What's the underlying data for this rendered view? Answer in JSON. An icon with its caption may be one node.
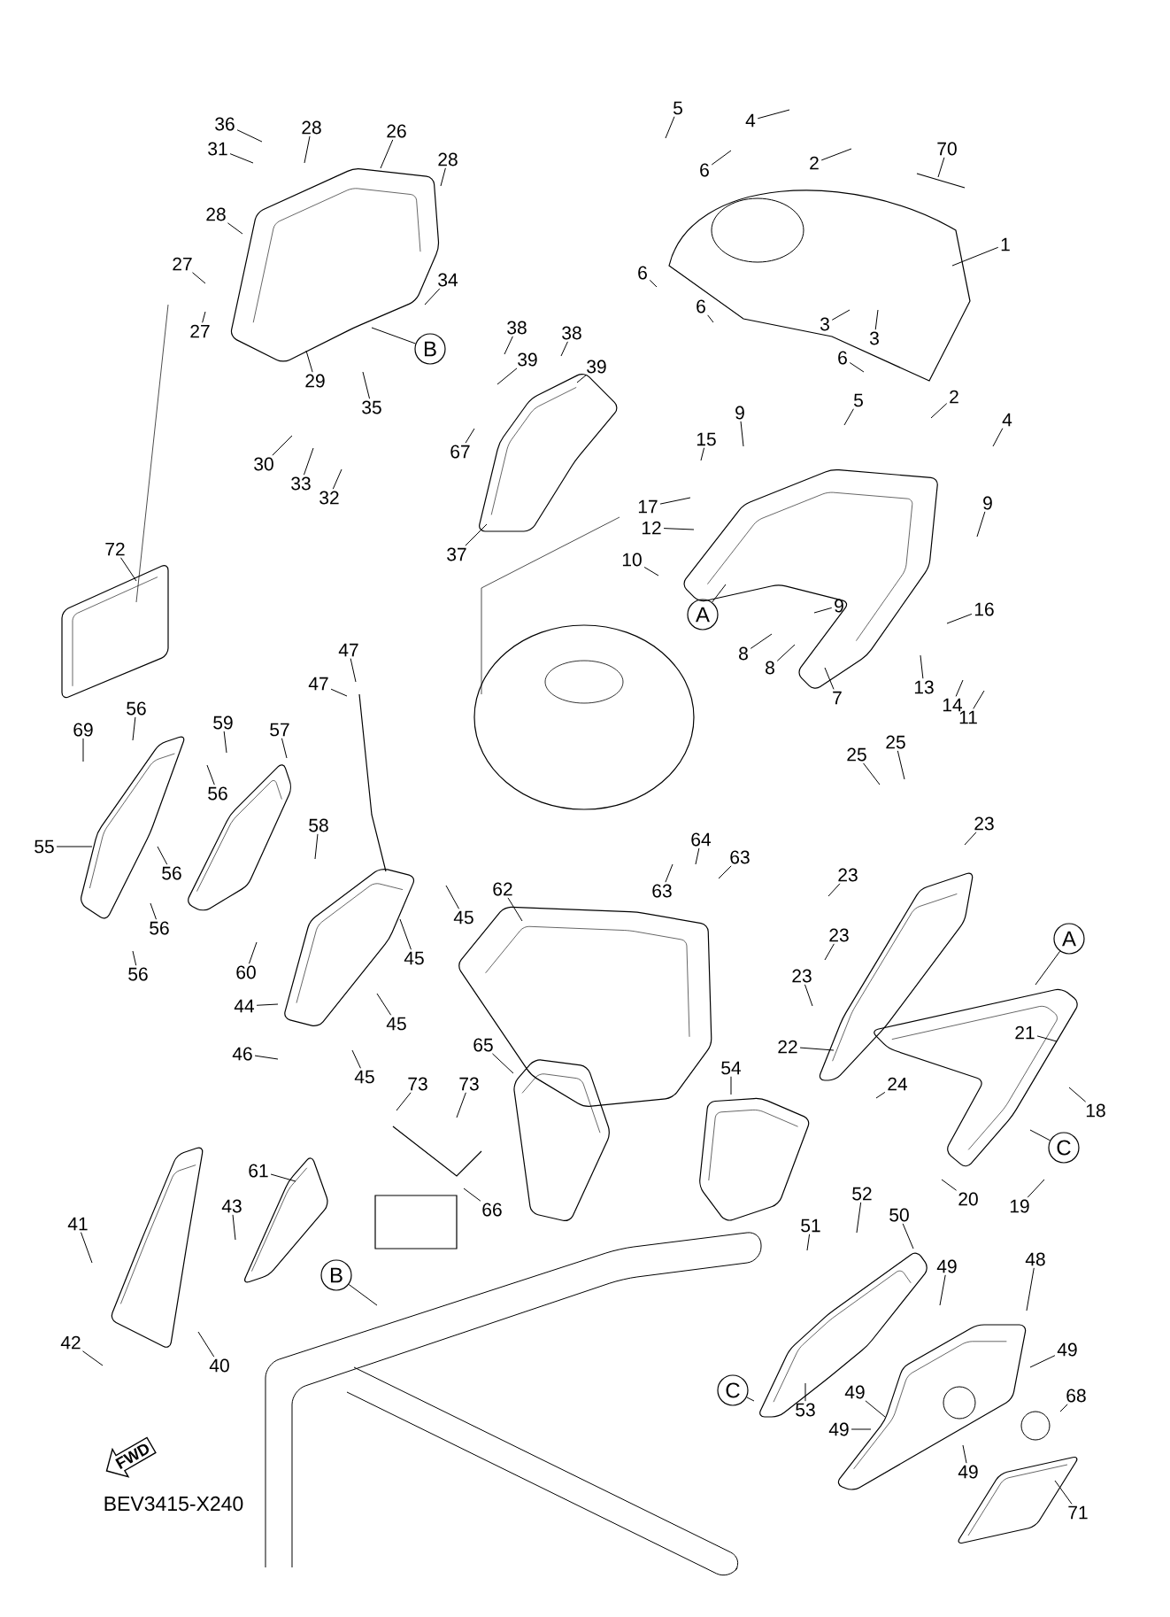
{
  "diagram": {
    "nodes": [
      {
        "text": [
          "36"
        ]
      },
      {
        "text": [
          "31"
        ]
      },
      {
        "text": [
          "28"
        ]
      },
      {
        "text": [
          "26"
        ]
      },
      {
        "text": [
          "28"
        ]
      },
      {
        "text": [
          "5"
        ]
      },
      {
        "text": [
          "4"
        ]
      },
      {
        "text": [
          "70"
        ]
      },
      {
        "text": [
          "2"
        ]
      },
      {
        "text": [
          "6"
        ]
      },
      {
        "text": [
          "28"
        ]
      },
      {
        "text": [
          "1"
        ]
      },
      {
        "text": [
          "27"
        ]
      },
      {
        "text": [
          "6"
        ]
      },
      {
        "text": [
          "34"
        ]
      },
      {
        "text": [
          "6"
        ]
      },
      {
        "text": [
          "3"
        ]
      },
      {
        "text": [
          "38"
        ]
      },
      {
        "text": [
          "27"
        ]
      },
      {
        "text": [
          "38"
        ]
      },
      {
        "text": [
          "3"
        ]
      },
      {
        "text": [
          "B"
        ]
      },
      {
        "text": [
          "6"
        ]
      },
      {
        "text": [
          "39"
        ]
      },
      {
        "text": [
          "39"
        ]
      },
      {
        "text": [
          "29"
        ]
      },
      {
        "text": [
          "5"
        ]
      },
      {
        "text": [
          "2"
        ]
      },
      {
        "text": [
          "35"
        ]
      },
      {
        "text": [
          "9"
        ]
      },
      {
        "text": [
          "4"
        ]
      },
      {
        "text": [
          "15"
        ]
      },
      {
        "text": [
          "67"
        ]
      },
      {
        "text": [
          "30"
        ]
      },
      {
        "text": [
          "33"
        ]
      },
      {
        "text": [
          "32"
        ]
      },
      {
        "text": [
          "9"
        ]
      },
      {
        "text": [
          "17"
        ]
      },
      {
        "text": [
          "12"
        ]
      },
      {
        "text": [
          "72"
        ]
      },
      {
        "text": [
          "37"
        ]
      },
      {
        "text": [
          "10"
        ]
      },
      {
        "text": [
          "A"
        ]
      },
      {
        "text": [
          "9"
        ]
      },
      {
        "text": [
          "16"
        ]
      },
      {
        "text": [
          "47"
        ]
      },
      {
        "text": [
          "8"
        ]
      },
      {
        "text": [
          "8"
        ]
      },
      {
        "text": [
          "47"
        ]
      },
      {
        "text": [
          "13"
        ]
      },
      {
        "text": [
          "7"
        ]
      },
      {
        "text": [
          "14"
        ]
      },
      {
        "text": [
          "56"
        ]
      },
      {
        "text": [
          "11"
        ]
      },
      {
        "text": [
          "59"
        ]
      },
      {
        "text": [
          "69"
        ]
      },
      {
        "text": [
          "57"
        ]
      },
      {
        "text": [
          "25"
        ]
      },
      {
        "text": [
          "25"
        ]
      },
      {
        "text": [
          "56"
        ]
      },
      {
        "text": [
          "23"
        ]
      },
      {
        "text": [
          "58"
        ]
      },
      {
        "text": [
          "64"
        ]
      },
      {
        "text": [
          "55"
        ]
      },
      {
        "text": [
          "63"
        ]
      },
      {
        "text": [
          "56"
        ]
      },
      {
        "text": [
          "23"
        ]
      },
      {
        "text": [
          "62"
        ]
      },
      {
        "text": [
          "63"
        ]
      },
      {
        "text": [
          "45"
        ]
      },
      {
        "text": [
          "56"
        ]
      },
      {
        "text": [
          "23"
        ]
      },
      {
        "text": [
          "A"
        ]
      },
      {
        "text": [
          "45"
        ]
      },
      {
        "text": [
          "60"
        ]
      },
      {
        "text": [
          "56"
        ]
      },
      {
        "text": [
          "23"
        ]
      },
      {
        "text": [
          "44"
        ]
      },
      {
        "text": [
          "45"
        ]
      },
      {
        "text": [
          "21"
        ]
      },
      {
        "text": [
          "65"
        ]
      },
      {
        "text": [
          "22"
        ]
      },
      {
        "text": [
          "46"
        ]
      },
      {
        "text": [
          "54"
        ]
      },
      {
        "text": [
          "45"
        ]
      },
      {
        "text": [
          "73"
        ]
      },
      {
        "text": [
          "73"
        ]
      },
      {
        "text": [
          "24"
        ]
      },
      {
        "text": [
          "18"
        ]
      },
      {
        "text": [
          "C"
        ]
      },
      {
        "text": [
          "61"
        ]
      },
      {
        "text": [
          "52"
        ]
      },
      {
        "text": [
          "20"
        ]
      },
      {
        "text": [
          "19"
        ]
      },
      {
        "text": [
          "43"
        ]
      },
      {
        "text": [
          "66"
        ]
      },
      {
        "text": [
          "41"
        ]
      },
      {
        "text": [
          "51"
        ]
      },
      {
        "text": [
          "50"
        ]
      },
      {
        "text": [
          "48"
        ]
      },
      {
        "text": [
          "49"
        ]
      },
      {
        "text": [
          "B"
        ]
      },
      {
        "text": [
          "42"
        ]
      },
      {
        "text": [
          "49"
        ]
      },
      {
        "text": [
          "40"
        ]
      },
      {
        "text": [
          "C"
        ]
      },
      {
        "text": [
          "68"
        ]
      },
      {
        "text": [
          "49"
        ]
      },
      {
        "text": [
          "53"
        ]
      },
      {
        "text": [
          "49"
        ]
      },
      {
        "text": [
          "49"
        ]
      },
      {
        "text": [
          "FWD"
        ]
      },
      {
        "text": [
          "71"
        ]
      }
    ],
    "edges": [
      {
        "from": 0,
        "to": null,
        "arrow": "none"
      },
      {
        "from": 1,
        "to": null,
        "arrow": "none"
      },
      {
        "from": 2,
        "to": null,
        "arrow": "none"
      },
      {
        "from": 3,
        "to": null,
        "arrow": "none"
      },
      {
        "from": 4,
        "to": null,
        "arrow": "none"
      },
      {
        "from": 5,
        "to": null,
        "arrow": "none"
      },
      {
        "from": 6,
        "to": null,
        "arrow": "none"
      },
      {
        "from": 7,
        "to": null,
        "arrow": "none"
      },
      {
        "from": 8,
        "to": null,
        "arrow": "none"
      },
      {
        "from": 9,
        "to": null,
        "arrow": "none"
      },
      {
        "from": 10,
        "to": null,
        "arrow": "none"
      },
      {
        "from": 11,
        "to": null,
        "arrow": "none"
      },
      {
        "from": 12,
        "to": null,
        "arrow": "none"
      },
      {
        "from": 13,
        "to": null,
        "arrow": "none"
      },
      {
        "from": 14,
        "to": null,
        "arrow": "none"
      },
      {
        "from": 15,
        "to": null,
        "arrow": "none"
      },
      {
        "from": 16,
        "to": null,
        "arrow": "none"
      },
      {
        "from": 17,
        "to": null,
        "arrow": "none"
      },
      {
        "from": 18,
        "to": null,
        "arrow": "none"
      },
      {
        "from": 19,
        "to": null,
        "arrow": "none"
      },
      {
        "from": 20,
        "to": null,
        "arrow": "none"
      },
      {
        "from": 21,
        "to": null,
        "arrow": "none"
      },
      {
        "from": 22,
        "to": null,
        "arrow": "none"
      },
      {
        "from": 23,
        "to": null,
        "arrow": "none"
      },
      {
        "from": 24,
        "to": null,
        "arrow": "none"
      },
      {
        "from": 25,
        "to": null,
        "arrow": "none"
      },
      {
        "from": 26,
        "to": null,
        "arrow": "none"
      },
      {
        "from": 27,
        "to": null,
        "arrow": "none"
      },
      {
        "from": 28,
        "to": null,
        "arrow": "none"
      },
      {
        "from": 29,
        "to": null,
        "arrow": "none"
      },
      {
        "from": 30,
        "to": null,
        "arrow": "none"
      },
      {
        "from": 31,
        "to": null,
        "arrow": "none"
      },
      {
        "from": 32,
        "to": null,
        "arrow": "none"
      },
      {
        "from": 33,
        "to": null,
        "arrow": "none"
      },
      {
        "from": 34,
        "to": null,
        "arrow": "none"
      },
      {
        "from": 35,
        "to": null,
        "arrow": "none"
      },
      {
        "from": 36,
        "to": null,
        "arrow": "none"
      },
      {
        "from": 37,
        "to": null,
        "arrow": "none"
      },
      {
        "from": 38,
        "to": null,
        "arrow": "none"
      },
      {
        "from": 39,
        "to": null,
        "arrow": "none"
      },
      {
        "from": 40,
        "to": null,
        "arrow": "none"
      },
      {
        "from": 41,
        "to": null,
        "arrow": "none"
      },
      {
        "from": 42,
        "to": null,
        "arrow": "none"
      },
      {
        "from": 43,
        "to": null,
        "arrow": "none"
      },
      {
        "from": 44,
        "to": null,
        "arrow": "none"
      },
      {
        "from": 45,
        "to": null,
        "arrow": "none"
      },
      {
        "from": 46,
        "to": null,
        "arrow": "none"
      },
      {
        "from": 47,
        "to": null,
        "arrow": "none"
      },
      {
        "from": 48,
        "to": null,
        "arrow": "none"
      },
      {
        "from": 49,
        "to": null,
        "arrow": "none"
      },
      {
        "from": 50,
        "to": null,
        "arrow": "none"
      },
      {
        "from": 51,
        "to": null,
        "arrow": "none"
      },
      {
        "from": 52,
        "to": null,
        "arrow": "none"
      },
      {
        "from": 53,
        "to": null,
        "arrow": "none"
      },
      {
        "from": 54,
        "to": null,
        "arrow": "none"
      },
      {
        "from": 55,
        "to": null,
        "arrow": "none"
      },
      {
        "from": 56,
        "to": null,
        "arrow": "none"
      },
      {
        "from": 57,
        "to": null,
        "arrow": "none"
      },
      {
        "from": 58,
        "to": null,
        "arrow": "none"
      },
      {
        "from": 59,
        "to": null,
        "arrow": "none"
      },
      {
        "from": 60,
        "to": null,
        "arrow": "none"
      },
      {
        "from": 61,
        "to": null,
        "arrow": "none"
      },
      {
        "from": 62,
        "to": null,
        "arrow": "none"
      },
      {
        "from": 63,
        "to": null,
        "arrow": "none"
      },
      {
        "from": 64,
        "to": null,
        "arrow": "none"
      },
      {
        "from": 65,
        "to": null,
        "arrow": "none"
      },
      {
        "from": 66,
        "to": null,
        "arrow": "none"
      },
      {
        "from": 67,
        "to": null,
        "arrow": "none"
      },
      {
        "from": 68,
        "to": null,
        "arrow": "none"
      },
      {
        "from": 69,
        "to": null,
        "arrow": "none"
      },
      {
        "from": 70,
        "to": null,
        "arrow": "none"
      },
      {
        "from": 71,
        "to": null,
        "arrow": "none"
      },
      {
        "from": 72,
        "to": null,
        "arrow": "none"
      },
      {
        "from": 73,
        "to": null,
        "arrow": "none"
      },
      {
        "from": 74,
        "to": null,
        "arrow": "none"
      },
      {
        "from": 75,
        "to": null,
        "arrow": "none"
      },
      {
        "from": 76,
        "to": null,
        "arrow": "none"
      },
      {
        "from": 77,
        "to": null,
        "arrow": "none"
      },
      {
        "from": 78,
        "to": null,
        "arrow": "none"
      },
      {
        "from": 79,
        "to": null,
        "arrow": "none"
      },
      {
        "from": 80,
        "to": null,
        "arrow": "none"
      },
      {
        "from": 81,
        "to": null,
        "arrow": "none"
      },
      {
        "from": 82,
        "to": null,
        "arrow": "none"
      },
      {
        "from": 83,
        "to": null,
        "arrow": "none"
      },
      {
        "from": 84,
        "to": null,
        "arrow": "none"
      },
      {
        "from": 85,
        "to": null,
        "arrow": "none"
      },
      {
        "from": 86,
        "to": null,
        "arrow": "none"
      },
      {
        "from": 87,
        "to": null,
        "arrow": "none"
      },
      {
        "from": 88,
        "to": null,
        "arrow": "none"
      },
      {
        "from": 89,
        "to": null,
        "arrow": "none"
      },
      {
        "from": 90,
        "to": null,
        "arrow": "none"
      },
      {
        "from": 91,
        "to": null,
        "arrow": "none"
      },
      {
        "from": 92,
        "to": null,
        "arrow": "none"
      },
      {
        "from": 93,
        "to": null,
        "arrow": "none"
      },
      {
        "from": 94,
        "to": null,
        "arrow": "none"
      },
      {
        "from": 95,
        "to": null,
        "arrow": "none"
      },
      {
        "from": 96,
        "to": null,
        "arrow": "none"
      },
      {
        "from": 97,
        "to": null,
        "arrow": "none"
      },
      {
        "from": 98,
        "to": null,
        "arrow": "none"
      },
      {
        "from": 99,
        "to": null,
        "arrow": "none"
      },
      {
        "from": 100,
        "to": null,
        "arrow": "none"
      },
      {
        "from": 101,
        "to": null,
        "arrow": "none"
      },
      {
        "from": 102,
        "to": null,
        "arrow": "none"
      },
      {
        "from": 103,
        "to": null,
        "arrow": "none"
      },
      {
        "from": 104,
        "to": null,
        "arrow": "none"
      },
      {
        "from": 105,
        "to": null,
        "arrow": "none"
      },
      {
        "from": 106,
        "to": null,
        "arrow": "none"
      },
      {
        "from": 107,
        "to": null,
        "arrow": "none"
      },
      {
        "from": 108,
        "to": null,
        "arrow": "none"
      },
      {
        "from": 109,
        "to": null,
        "arrow": "none"
      },
      {
        "from": 110,
        "to": null,
        "arrow": "none"
      },
      {
        "from": 112,
        "to": null,
        "arrow": "none"
      }
    ],
    "labels": [
      "BEV3415-X240"
    ]
  }
}
